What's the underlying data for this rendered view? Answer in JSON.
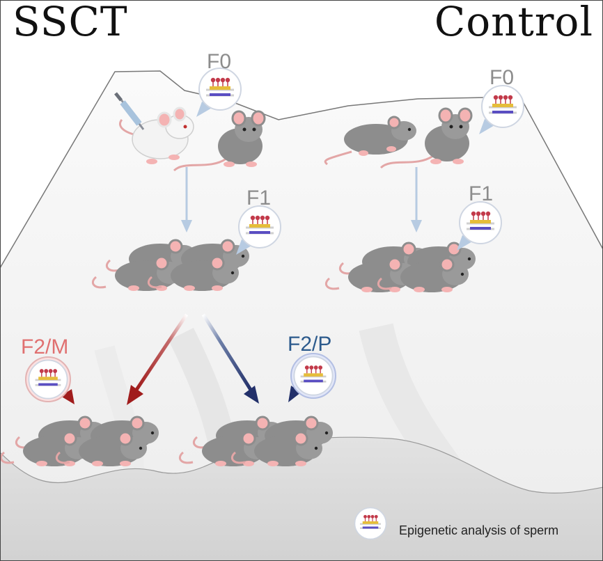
{
  "titles": {
    "left": "SSCT",
    "right": "Control"
  },
  "generations": {
    "ssct_f0": "F0",
    "control_f0": "F0",
    "ssct_f1": "F1",
    "control_f1": "F1",
    "f2m": "F2/M",
    "f2p": "F2/P"
  },
  "legend": {
    "label": "Epigenetic analysis of sperm",
    "icon": "sperm-analysis-icon"
  },
  "colors": {
    "label_gray": "#8c8c8c",
    "maternal_red": "#e07070",
    "maternal_arrow": "#a01c1c",
    "paternal_blue": "#2c5a8c",
    "paternal_arrow": "#22306a",
    "light_arrow": "#b7cbe2",
    "mouse_gray": "#8d8d8d",
    "mouse_white": "#f3f3f3",
    "ear_pink": "#f4b3b3",
    "background_gray": "#dcdcdc"
  }
}
